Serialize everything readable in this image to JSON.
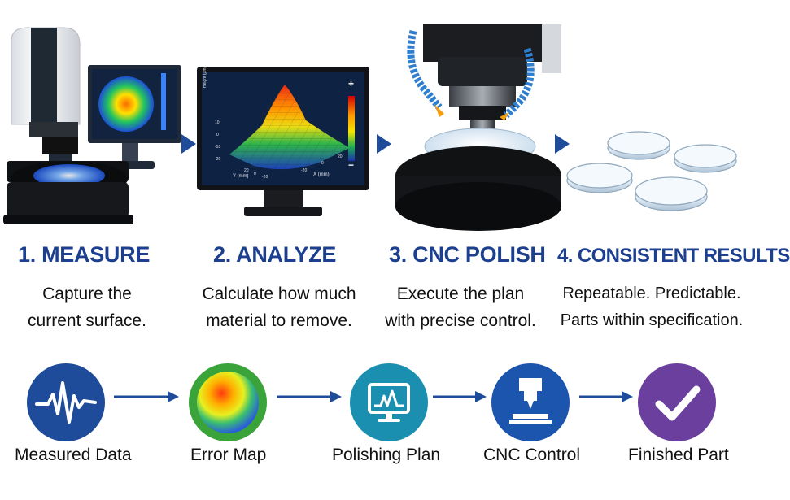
{
  "steps": [
    {
      "title": "1. MEASURE",
      "desc_line1": "Capture the",
      "desc_line2": "current surface."
    },
    {
      "title": "2. ANALYZE",
      "desc_line1": "Calculate how much",
      "desc_line2": "material to remove."
    },
    {
      "title": "3. CNC POLISH",
      "desc_line1": "Execute the plan",
      "desc_line2": "with precise control."
    },
    {
      "title": "4. CONSISTENT RESULTS",
      "desc_line1": "Repeatable. Predictable.",
      "desc_line2": "Parts within specification."
    }
  ],
  "plot_window": {
    "zlabel": "Height (µm)",
    "xlabel": "X (mm)",
    "ylabel": "Y (mm)",
    "ticks": [
      "20",
      "0",
      "-20",
      "-20",
      "0",
      "20"
    ],
    "z_ticks": [
      "10",
      "0",
      "-10",
      "-20"
    ],
    "scale_plus": "+",
    "scale_minus": "−"
  },
  "flow": [
    {
      "label": "Measured Data",
      "icon": "waveform-icon",
      "color": "#1e4b9a"
    },
    {
      "label": "Error Map",
      "icon": "heatmap-icon",
      "color": "#3aa33a"
    },
    {
      "label": "Polishing Plan",
      "icon": "monitor-chart-icon",
      "color": "#1a8fb0"
    },
    {
      "label": "CNC Control",
      "icon": "cnc-machine-icon",
      "color": "#1b55ad"
    },
    {
      "label": "Finished Part",
      "icon": "checkmark-icon",
      "color": "#6a3f9e"
    }
  ],
  "colors": {
    "title_blue": "#1c3f8f",
    "arrow_blue": "#1e4b9a"
  }
}
